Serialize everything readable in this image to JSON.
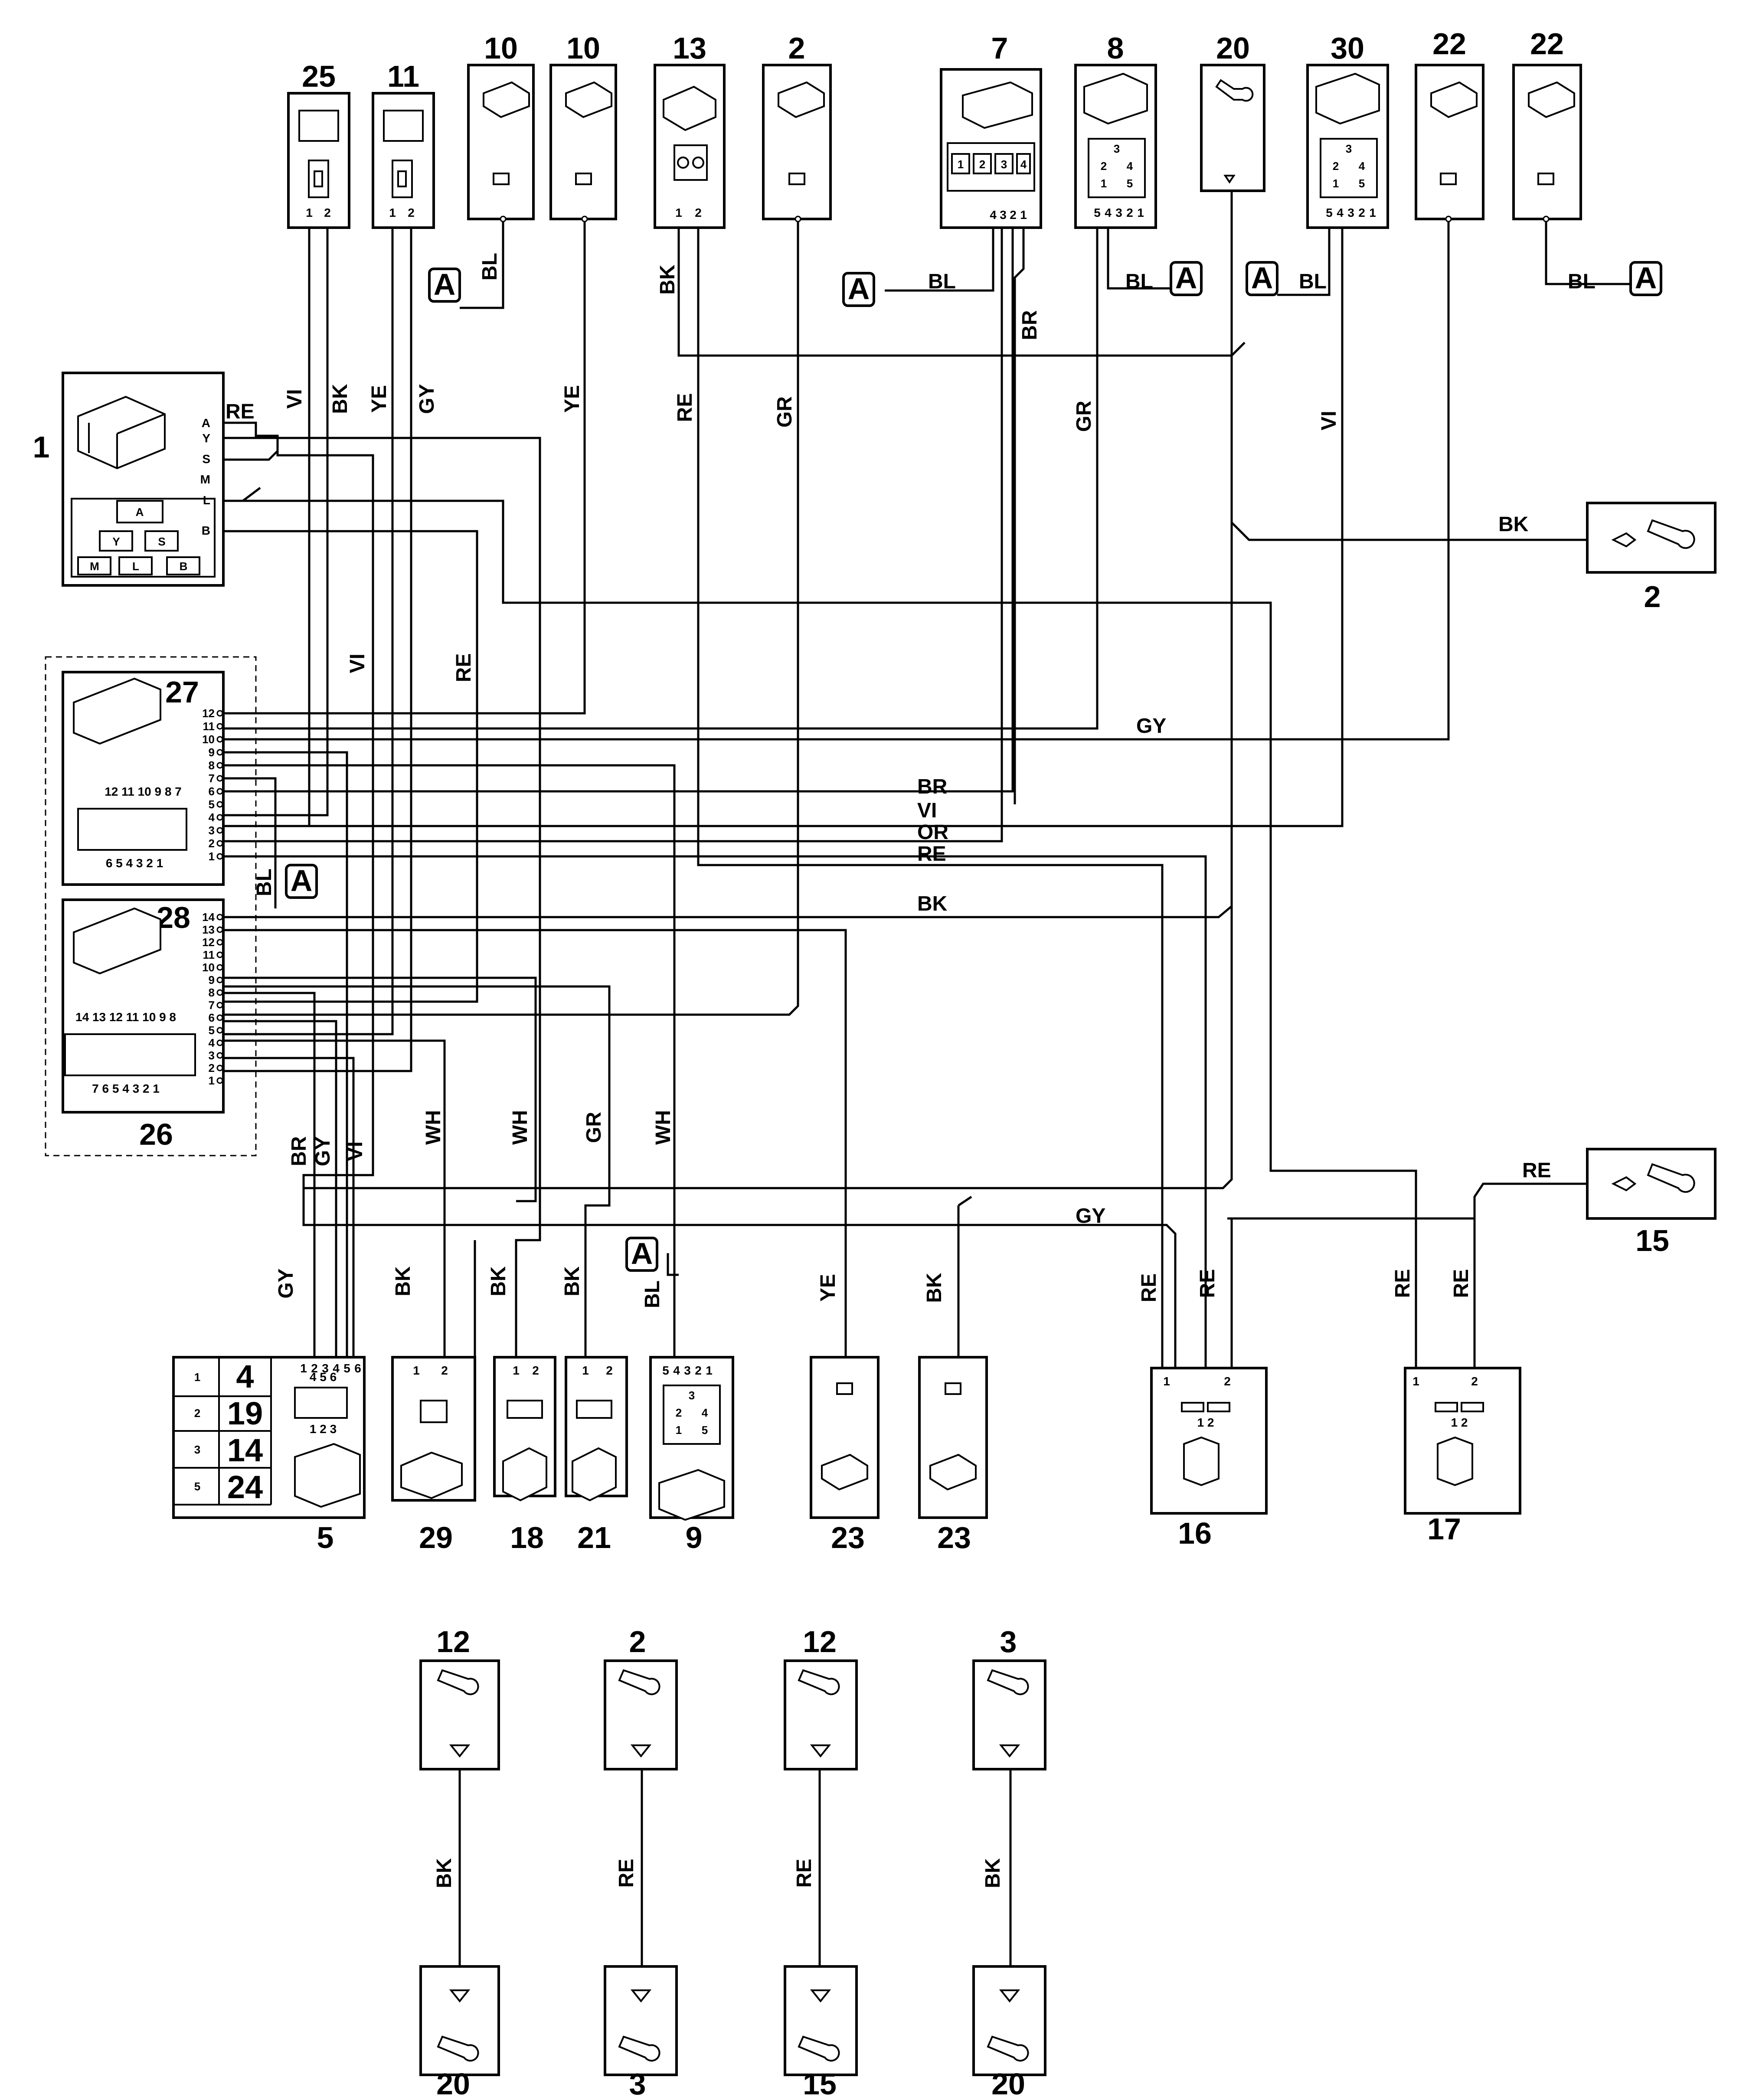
{
  "top_components": [
    {
      "id": "c25",
      "num": "25",
      "pins": [
        "1",
        "2"
      ]
    },
    {
      "id": "c11",
      "num": "11",
      "pins": [
        "1",
        "2"
      ]
    },
    {
      "id": "c10a",
      "num": "10",
      "pins": []
    },
    {
      "id": "c10b",
      "num": "10",
      "pins": []
    },
    {
      "id": "c13",
      "num": "13",
      "pins": [
        "1",
        "2"
      ]
    },
    {
      "id": "c2t",
      "num": "2",
      "pins": []
    },
    {
      "id": "c7",
      "num": "7",
      "pins": [
        "4",
        "3",
        "2",
        "1"
      ],
      "inner": [
        "1",
        "2",
        "3",
        "4"
      ]
    },
    {
      "id": "c8",
      "num": "8",
      "pins": [
        "5",
        "4",
        "3",
        "2",
        "1"
      ],
      "inner": [
        "3",
        "2",
        "4",
        "1",
        "5"
      ]
    },
    {
      "id": "c20t",
      "num": "20",
      "pins": []
    },
    {
      "id": "c30",
      "num": "30",
      "pins": [
        "5",
        "4",
        "3",
        "2",
        "1"
      ],
      "inner": [
        "3",
        "2",
        "4",
        "1",
        "5"
      ]
    },
    {
      "id": "c22a",
      "num": "22",
      "pins": []
    },
    {
      "id": "c22b",
      "num": "22",
      "pins": []
    }
  ],
  "left_connectors": {
    "c1": {
      "num": "1",
      "pins": [
        "A",
        "Y",
        "S",
        "M",
        "L",
        "B"
      ],
      "inner": [
        "A",
        "Y",
        "S",
        "M",
        "L",
        "B"
      ]
    },
    "c27": {
      "num": "27",
      "pins": [
        "12",
        "11",
        "10",
        "9",
        "8",
        "7",
        "6",
        "5",
        "4",
        "3",
        "2",
        "1"
      ],
      "top_row": "12 11 10 9 8 7",
      "bottom_row": "6 5 4 3 2 1"
    },
    "c28": {
      "num": "28",
      "pins": [
        "14",
        "13",
        "12",
        "11",
        "10",
        "9",
        "8",
        "7",
        "6",
        "5",
        "4",
        "3",
        "2",
        "1"
      ],
      "top_row": "14 13 12 11 10 9 8",
      "bottom_row": "7 6 5 4 3 2 1"
    },
    "group_num": "26"
  },
  "bottom_components": [
    {
      "id": "c5",
      "num": "5",
      "pins": [
        "1",
        "2",
        "3",
        "4",
        "5",
        "6"
      ],
      "inner_top": "4 5 6",
      "inner_bottom": "1 2 3",
      "table": [
        {
          "pin": "1",
          "ref": "4"
        },
        {
          "pin": "2",
          "ref": "19"
        },
        {
          "pin": "3",
          "ref": "14"
        },
        {
          "pin": "5",
          "ref": "24"
        }
      ]
    },
    {
      "id": "c29",
      "num": "29",
      "pins": [
        "1",
        "2"
      ]
    },
    {
      "id": "c18",
      "num": "18",
      "pins": [
        "1",
        "2"
      ]
    },
    {
      "id": "c21",
      "num": "21",
      "pins": [
        "1",
        "2"
      ]
    },
    {
      "id": "c9",
      "num": "9",
      "pins": [
        "5",
        "4",
        "3",
        "2",
        "1"
      ],
      "inner": [
        "3",
        "2",
        "4",
        "1",
        "5"
      ]
    },
    {
      "id": "c23a",
      "num": "23",
      "pins": []
    },
    {
      "id": "c23b",
      "num": "23",
      "pins": []
    },
    {
      "id": "c16",
      "num": "16",
      "pins": [
        "1",
        "2"
      ],
      "inner": "1 2"
    },
    {
      "id": "c17",
      "num": "17",
      "pins": [
        "1",
        "2"
      ],
      "inner": "1 2"
    }
  ],
  "right_terminals": [
    {
      "id": "t2",
      "num": "2"
    },
    {
      "id": "t15",
      "num": "15"
    }
  ],
  "ground_pairs": [
    {
      "top": "12",
      "bottom": "20",
      "wire": "BK"
    },
    {
      "top": "2",
      "bottom": "3",
      "wire": "RE"
    },
    {
      "top": "12",
      "bottom": "15",
      "wire": "RE"
    },
    {
      "top": "3",
      "bottom": "20",
      "wire": "BK"
    }
  ],
  "marker": "A",
  "wire_labels": {
    "bl": "BL",
    "bk": "BK",
    "re": "RE",
    "gr": "GR",
    "br": "BR",
    "vi": "VI",
    "ye": "YE",
    "gy": "GY",
    "or": "OR",
    "wh": "WH"
  }
}
